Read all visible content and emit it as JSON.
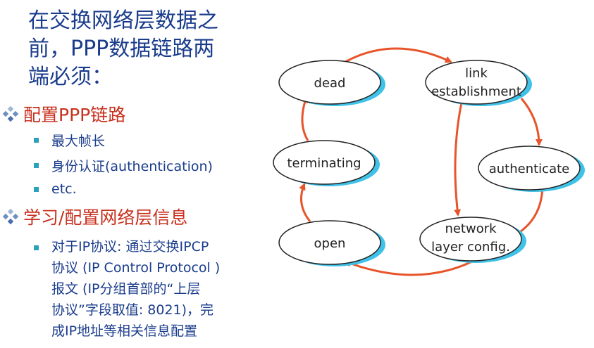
{
  "heading": {
    "line1": "在交换网络层数据之",
    "line2": "前，PPP数据链路两",
    "line3": "端必须："
  },
  "bullets": [
    {
      "label": "配置PPP链路",
      "items": [
        "最大帧长",
        "身份认证(authentication)",
        "etc."
      ]
    },
    {
      "label": "学习/配置网络层信息",
      "detail_lines": [
        "对于IP协议: 通过交换IPCP",
        "协议 (IP Control Protocol )",
        "报文 (IP分组首部的“上层",
        "协议”字段取值: 8021)，完",
        "成IP地址等相关信息配置"
      ]
    }
  ],
  "diagram": {
    "states": {
      "dead": [
        "dead"
      ],
      "link": [
        "link",
        "establishment"
      ],
      "authenticate": [
        "authenticate"
      ],
      "network": [
        "network",
        "layer config."
      ],
      "open": [
        "open"
      ],
      "terminating": [
        "terminating"
      ]
    },
    "colors": {
      "arrow": "#e8542a",
      "shadow": "#3fc1e8",
      "heading_text": "#1a3c8c",
      "bullet_text": "#c8301e",
      "sub_bullet_marker": "#2aa2b9"
    }
  }
}
